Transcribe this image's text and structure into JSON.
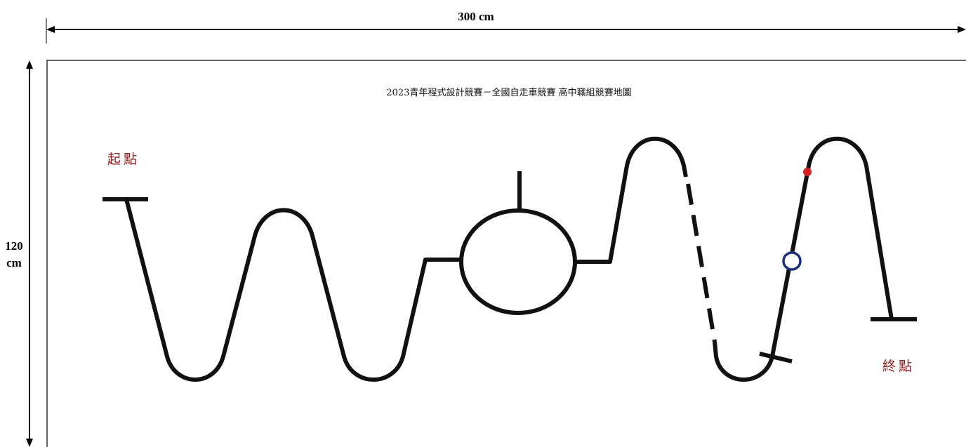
{
  "dimensions": {
    "width_label": "300 cm",
    "height_label_line1": "120",
    "height_label_line2": "cm"
  },
  "map": {
    "title": "2023青年程式設計競賽－全國自走車競賽 高中職組競賽地圖",
    "start_label": "起點",
    "end_label": "終點"
  },
  "colors": {
    "track": "#111111",
    "label_text": "#8b1a1a",
    "checkpoint_dot": "#d62020",
    "checkpoint_ring": "#1c2f7a"
  }
}
